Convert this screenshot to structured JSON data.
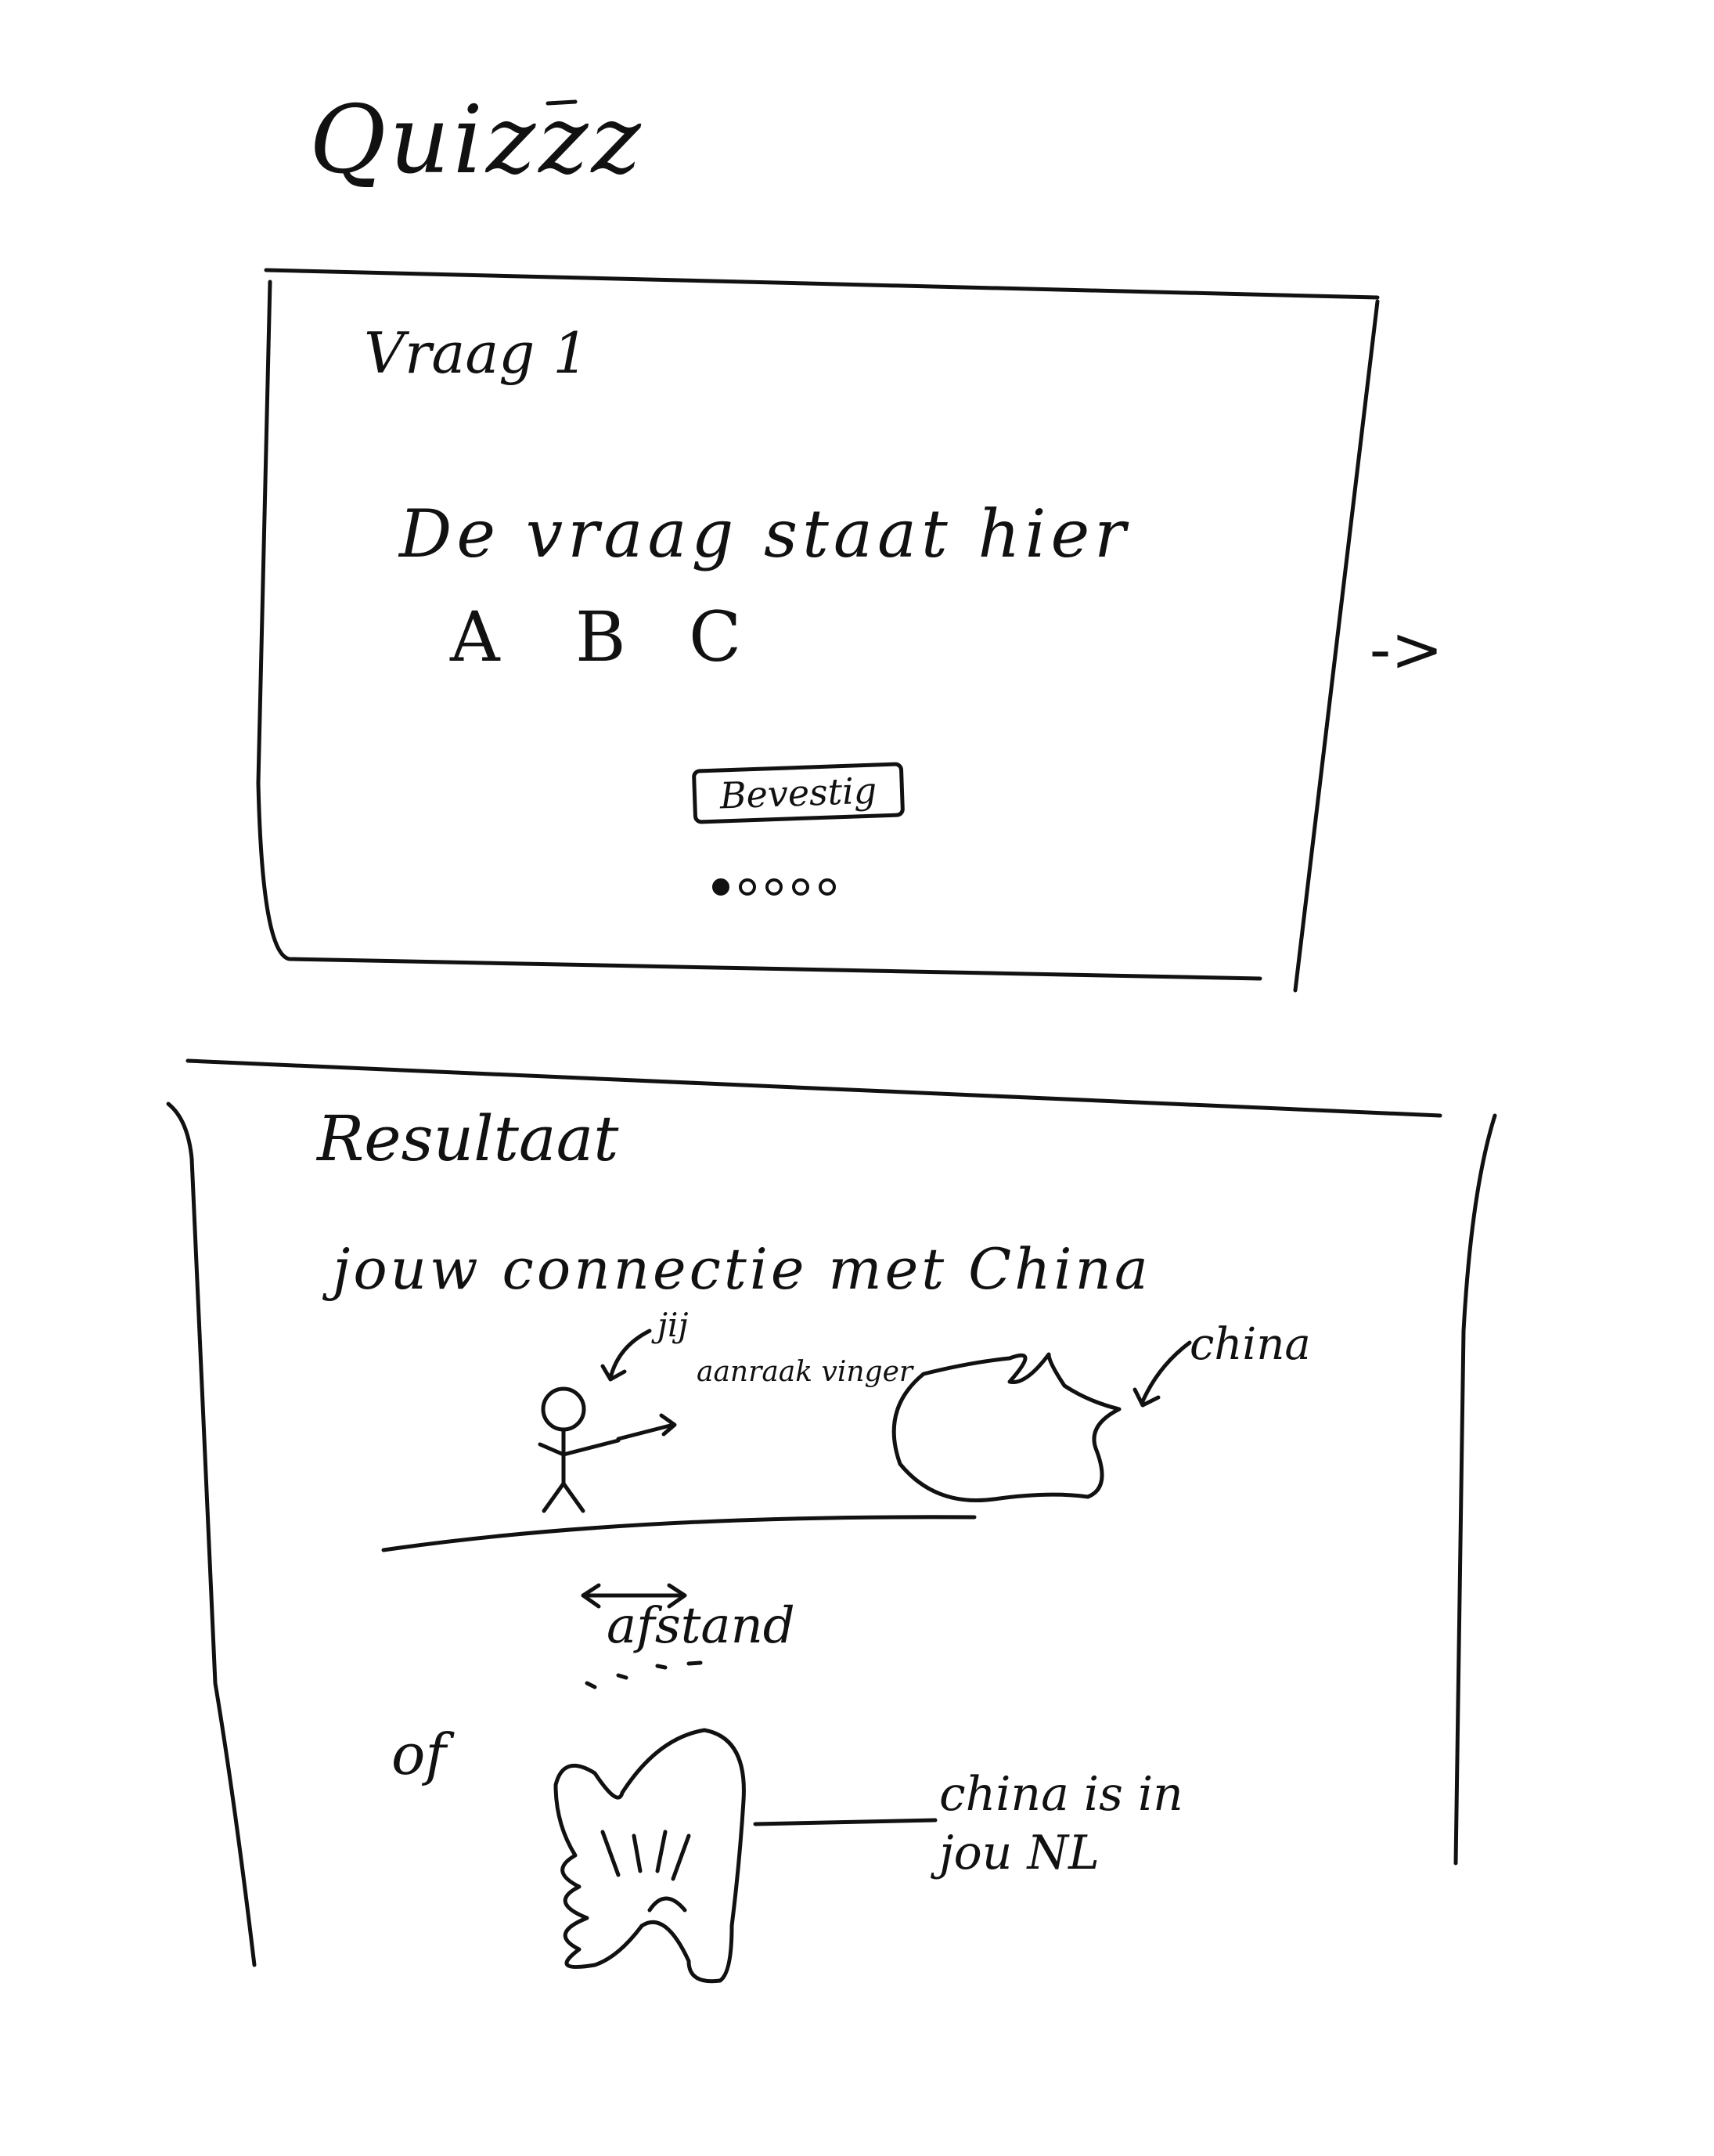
{
  "title": "Quizzz",
  "question_card": {
    "label": "Vraag 1",
    "question": "De vraag staat hier",
    "answers": [
      "A",
      "B",
      "C"
    ],
    "confirm_button": "Bevestig",
    "progress": {
      "current": 1,
      "total": 5
    }
  },
  "next_arrow": "->",
  "result_card": {
    "label": "Resultaat",
    "subtitle": "jouw connectie met China",
    "labels": {
      "you": "jij",
      "finger": "aanraak vinger",
      "china": "china",
      "distance": "afstand",
      "or": "of",
      "china_in_nl": "china is in jou NL"
    }
  }
}
